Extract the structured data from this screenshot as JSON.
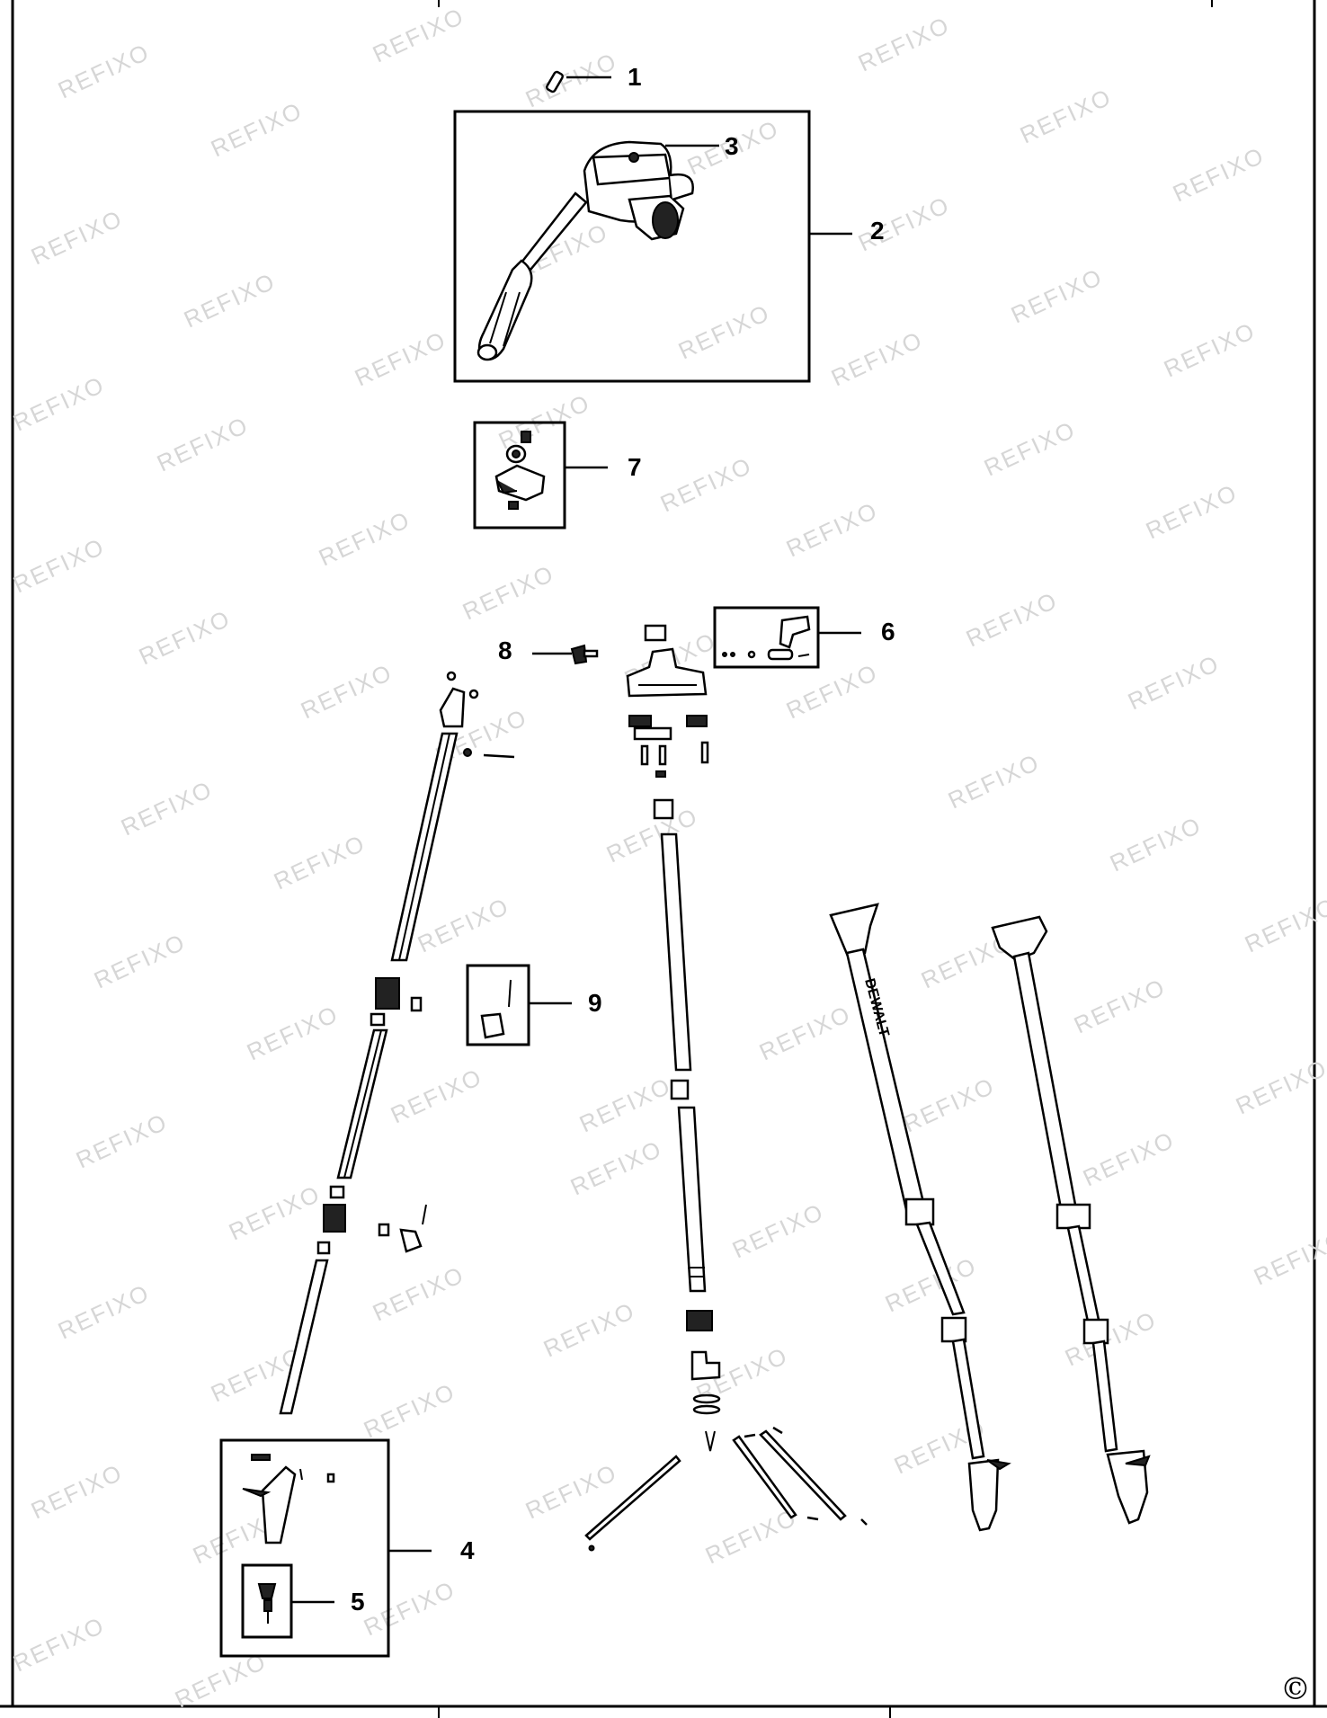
{
  "watermark": "REFIXO",
  "copyright_symbol": "©",
  "colors": {
    "ink": "#000000",
    "watermark": "#d6d6d6",
    "background": "#ffffff"
  },
  "callouts": [
    {
      "id": "1",
      "label": "1"
    },
    {
      "id": "2",
      "label": "2"
    },
    {
      "id": "3",
      "label": "3"
    },
    {
      "id": "4",
      "label": "4"
    },
    {
      "id": "5",
      "label": "5"
    },
    {
      "id": "6",
      "label": "6"
    },
    {
      "id": "7",
      "label": "7"
    },
    {
      "id": "8",
      "label": "8"
    },
    {
      "id": "9",
      "label": "9"
    }
  ],
  "leg_branding": "DEWALT"
}
